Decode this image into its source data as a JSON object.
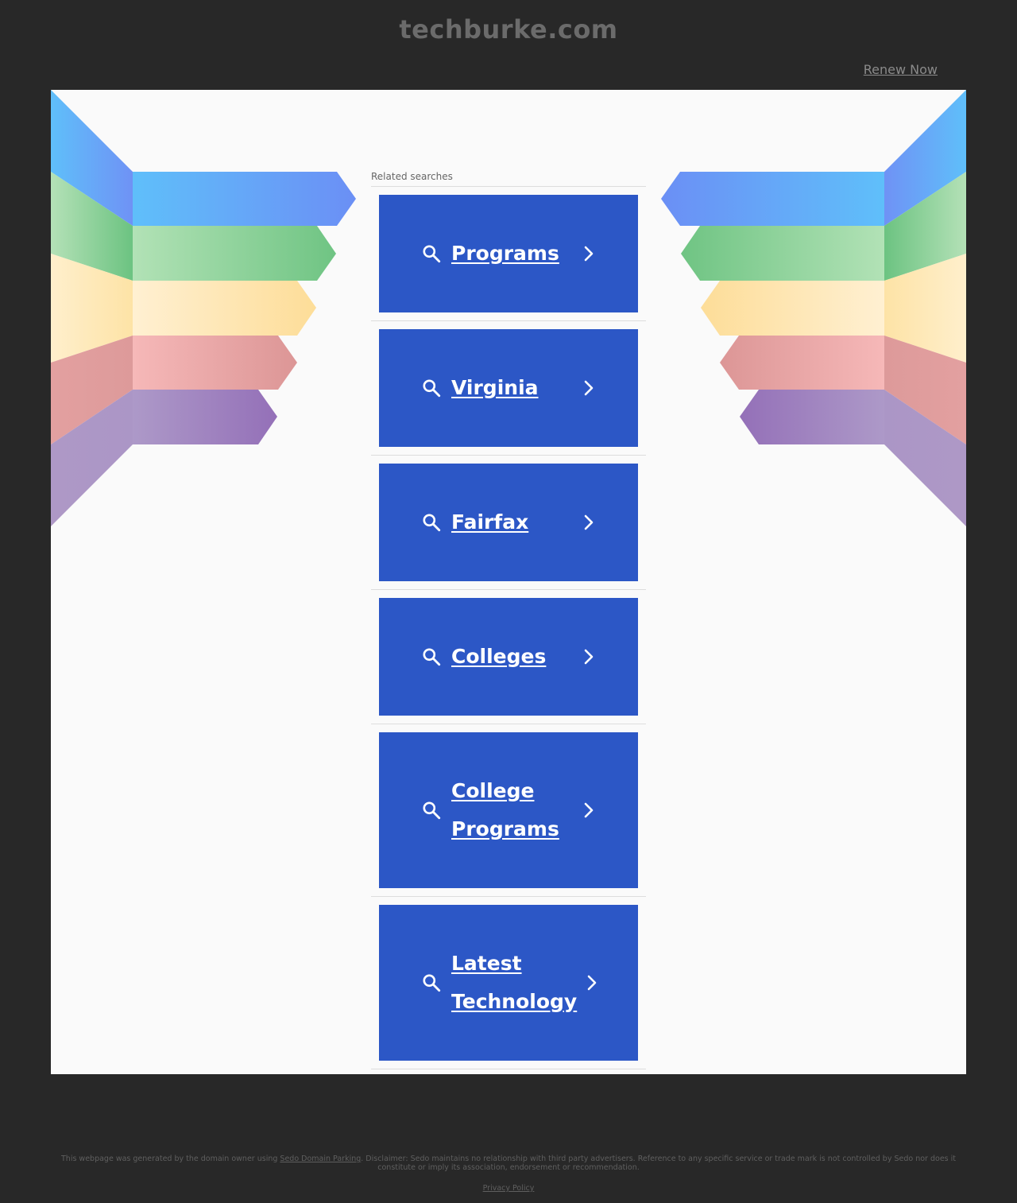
{
  "header": {
    "domain": "techburke.com",
    "renew_label": "Renew Now"
  },
  "related": {
    "label": "Related searches",
    "items": [
      {
        "label": "Programs"
      },
      {
        "label": "Virginia"
      },
      {
        "label": "Fairfax"
      },
      {
        "label": "Colleges"
      },
      {
        "label": "College Programs"
      },
      {
        "label": "Latest Technology"
      }
    ]
  },
  "footer": {
    "text_before": "This webpage was generated by the domain owner using ",
    "sedo_link": "Sedo Domain Parking",
    "text_after": ". Disclaimer: Sedo maintains no relationship with third party advertisers. Reference to any specific service or trade mark is not controlled by Sedo nor does it constitute or imply its association, endorsement or recommendation.",
    "privacy_label": "Privacy Policy"
  },
  "colors": {
    "page_background": "#282828",
    "content_background": "#fafafa",
    "tile_blue": "#2c57c6",
    "stripe_colors": [
      "#5fbffa",
      "#6fc483",
      "#fde1a2",
      "#e89a9a",
      "#9f7bbd"
    ]
  },
  "icons": {
    "tile_left": "search-icon",
    "tile_right": "chevron-right-icon"
  }
}
